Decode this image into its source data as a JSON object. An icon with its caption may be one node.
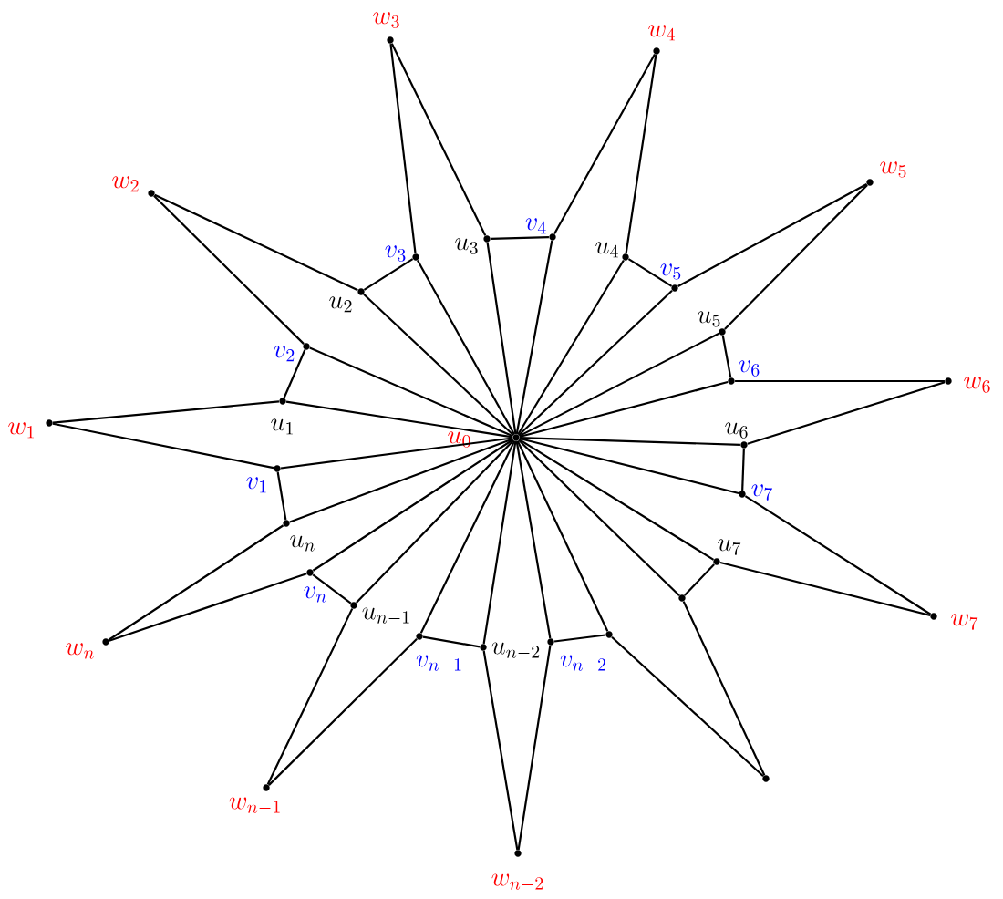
{
  "diagram": {
    "nodes": [
      {
        "text": [
          "u_{0}"
        ]
      },
      {
        "text": [
          "w_{1}"
        ]
      },
      {
        "text": [
          "v_{1}"
        ]
      },
      {
        "text": [
          "u_{1}"
        ]
      },
      {
        "text": [
          "w_{2}"
        ]
      },
      {
        "text": [
          "v_{2}"
        ]
      },
      {
        "text": [
          "u_{2}"
        ]
      },
      {
        "text": [
          "w_{3}"
        ]
      },
      {
        "text": [
          "v_{3}"
        ]
      },
      {
        "text": [
          "u_{3}"
        ]
      },
      {
        "text": [
          "w_{4}"
        ]
      },
      {
        "text": [
          "v_{4}"
        ]
      },
      {
        "text": [
          "u_{4}"
        ]
      },
      {
        "text": [
          "w_{5}"
        ]
      },
      {
        "text": [
          "v_{5}"
        ]
      },
      {
        "text": [
          "u_{5}"
        ]
      },
      {
        "text": [
          "w_{6}"
        ]
      },
      {
        "text": [
          "v_{6}"
        ]
      },
      {
        "text": [
          "u_{6}"
        ]
      },
      {
        "text": [
          "w_{7}"
        ]
      },
      {
        "text": [
          "v_{7}"
        ]
      },
      {
        "text": [
          "u_{7}"
        ]
      },
      {
        "text": [],
        "shape": "circle"
      },
      {
        "text": [],
        "shape": "circle"
      },
      {
        "text": [],
        "shape": "circle"
      },
      {
        "text": [
          "w_{n-2}"
        ]
      },
      {
        "text": [
          "v_{n-2}"
        ]
      },
      {
        "text": [
          "u_{n-2}"
        ]
      },
      {
        "text": [
          "w_{n-1}"
        ]
      },
      {
        "text": [
          "v_{n-1}"
        ]
      },
      {
        "text": [
          "u_{n-1}"
        ]
      },
      {
        "text": [
          "w_{n}"
        ]
      },
      {
        "text": [
          "v_{n}"
        ]
      },
      {
        "text": [
          "u_{n}"
        ]
      }
    ],
    "edges": [
      {
        "from": 1,
        "to": 2,
        "arrow": "none"
      },
      {
        "from": 1,
        "to": 3,
        "arrow": "none"
      },
      {
        "from": 0,
        "to": 2,
        "arrow": "none"
      },
      {
        "from": 0,
        "to": 3,
        "arrow": "none"
      },
      {
        "from": 3,
        "to": 5,
        "arrow": "none"
      },
      {
        "from": 4,
        "to": 5,
        "arrow": "none"
      },
      {
        "from": 4,
        "to": 6,
        "arrow": "none"
      },
      {
        "from": 0,
        "to": 5,
        "arrow": "none"
      },
      {
        "from": 0,
        "to": 6,
        "arrow": "none"
      },
      {
        "from": 6,
        "to": 8,
        "arrow": "none"
      },
      {
        "from": 7,
        "to": 8,
        "arrow": "none"
      },
      {
        "from": 7,
        "to": 9,
        "arrow": "none"
      },
      {
        "from": 0,
        "to": 8,
        "arrow": "none"
      },
      {
        "from": 0,
        "to": 9,
        "arrow": "none"
      },
      {
        "from": 9,
        "to": 11,
        "arrow": "none"
      },
      {
        "from": 10,
        "to": 11,
        "arrow": "none"
      },
      {
        "from": 10,
        "to": 12,
        "arrow": "none"
      },
      {
        "from": 0,
        "to": 11,
        "arrow": "none"
      },
      {
        "from": 0,
        "to": 12,
        "arrow": "none"
      },
      {
        "from": 12,
        "to": 14,
        "arrow": "none"
      },
      {
        "from": 13,
        "to": 14,
        "arrow": "none"
      },
      {
        "from": 13,
        "to": 15,
        "arrow": "none"
      },
      {
        "from": 0,
        "to": 14,
        "arrow": "none"
      },
      {
        "from": 0,
        "to": 15,
        "arrow": "none"
      },
      {
        "from": 15,
        "to": 17,
        "arrow": "none"
      },
      {
        "from": 16,
        "to": 17,
        "arrow": "none"
      },
      {
        "from": 16,
        "to": 18,
        "arrow": "none"
      },
      {
        "from": 0,
        "to": 17,
        "arrow": "none"
      },
      {
        "from": 0,
        "to": 18,
        "arrow": "none"
      },
      {
        "from": 18,
        "to": 20,
        "arrow": "none"
      },
      {
        "from": 19,
        "to": 20,
        "arrow": "none"
      },
      {
        "from": 19,
        "to": 21,
        "arrow": "none"
      },
      {
        "from": 0,
        "to": 20,
        "arrow": "none"
      },
      {
        "from": 0,
        "to": 21,
        "arrow": "none"
      },
      {
        "from": 21,
        "to": 23,
        "arrow": "none"
      },
      {
        "from": 24,
        "to": 23,
        "arrow": "none"
      },
      {
        "from": 24,
        "to": 22,
        "arrow": "none"
      },
      {
        "from": 0,
        "to": 23,
        "arrow": "none"
      },
      {
        "from": 0,
        "to": 22,
        "arrow": "none"
      },
      {
        "from": 22,
        "to": 26,
        "arrow": "none"
      },
      {
        "from": 25,
        "to": 26,
        "arrow": "none"
      },
      {
        "from": 25,
        "to": 27,
        "arrow": "none"
      },
      {
        "from": 0,
        "to": 26,
        "arrow": "none"
      },
      {
        "from": 0,
        "to": 27,
        "arrow": "none"
      },
      {
        "from": 27,
        "to": 29,
        "arrow": "none"
      },
      {
        "from": 28,
        "to": 29,
        "arrow": "none"
      },
      {
        "from": 28,
        "to": 30,
        "arrow": "none"
      },
      {
        "from": 0,
        "to": 29,
        "arrow": "none"
      },
      {
        "from": 0,
        "to": 30,
        "arrow": "none"
      },
      {
        "from": 30,
        "to": 32,
        "arrow": "none"
      },
      {
        "from": 31,
        "to": 32,
        "arrow": "none"
      },
      {
        "from": 31,
        "to": 33,
        "arrow": "none"
      },
      {
        "from": 0,
        "to": 32,
        "arrow": "none"
      },
      {
        "from": 0,
        "to": 33,
        "arrow": "none"
      },
      {
        "from": 33,
        "to": 2,
        "arrow": "none"
      }
    ]
  }
}
